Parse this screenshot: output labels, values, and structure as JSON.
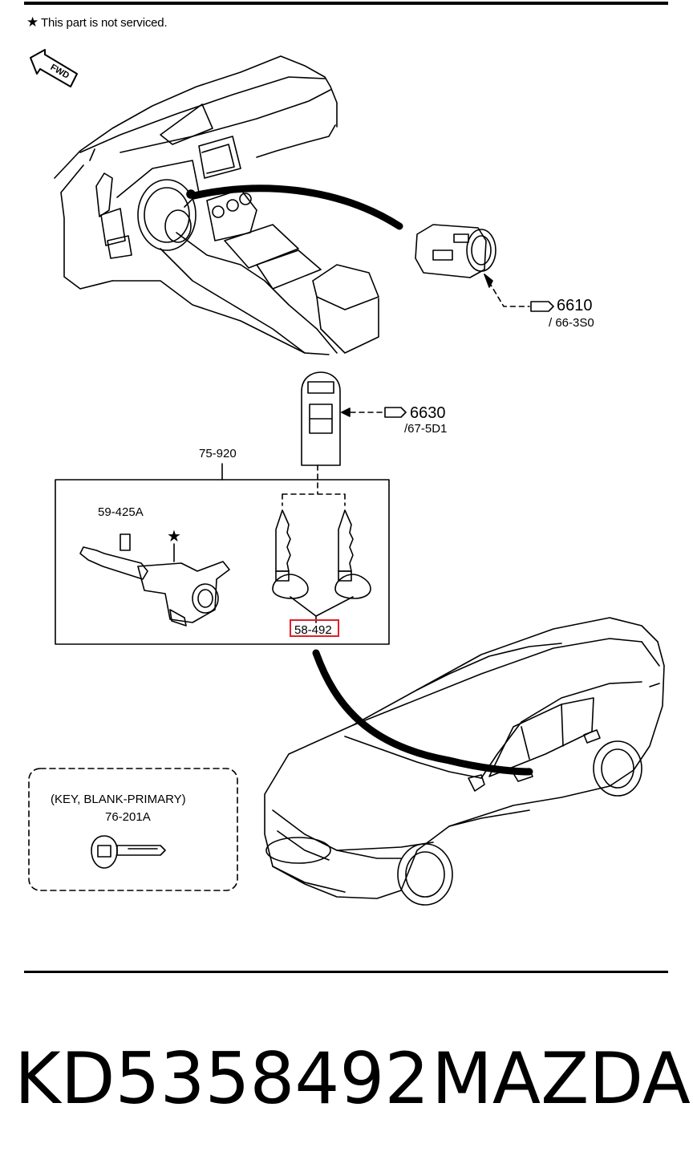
{
  "note": {
    "symbol": "★",
    "text": "This part is not serviced."
  },
  "fwd_label": "FWD",
  "callouts": {
    "c6610": {
      "number": "6610",
      "ref": "/ 66-3S0"
    },
    "c6630": {
      "number": "6630",
      "ref": "/67-5D1"
    },
    "assembly": "75-920",
    "c59425": "59-425A",
    "star_marker": "★",
    "c58492": "58-492",
    "blank_key_title": "(KEY, BLANK-PRIMARY)",
    "blank_key_ref": "76-201A"
  },
  "footer": {
    "part_number": "KD5358492",
    "brand": "MAZDA"
  },
  "colors": {
    "line": "#000000",
    "highlight": "#e0202a"
  }
}
